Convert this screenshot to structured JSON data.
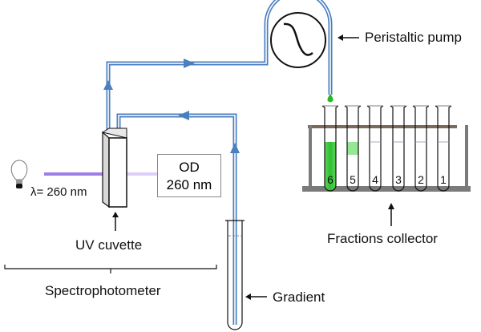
{
  "labels": {
    "peristaltic_pump": "Peristaltic pump",
    "od_line1": "OD",
    "od_line2": "260 nm",
    "wavelength": "λ= 260 nm",
    "uv_cuvette": "UV cuvette",
    "spectrophotometer": "Spectrophotometer",
    "gradient": "Gradient",
    "fractions_collector": "Fractions collector"
  },
  "tubes": [
    {
      "number": "6",
      "fill": "full"
    },
    {
      "number": "5",
      "fill": "partial"
    },
    {
      "number": "4",
      "fill": "empty"
    },
    {
      "number": "3",
      "fill": "empty"
    },
    {
      "number": "2",
      "fill": "empty"
    },
    {
      "number": "1",
      "fill": "empty"
    }
  ],
  "colors": {
    "tubing": "#4a7fc0",
    "light_beam": "#a07ee8",
    "sample_green": "#33cc33",
    "rack": "#7a7a7a"
  }
}
